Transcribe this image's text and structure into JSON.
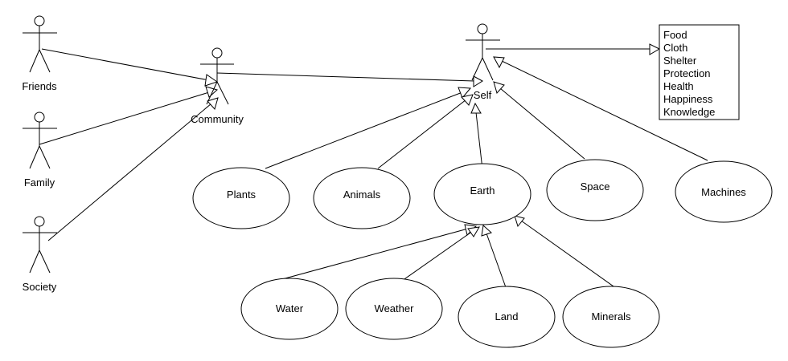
{
  "actors": {
    "friends": "Friends",
    "family": "Family",
    "society": "Society",
    "community": "Community",
    "self": "Self"
  },
  "needs": [
    "Food",
    "Cloth",
    "Shelter",
    "Protection",
    "Health",
    "Happiness",
    "Knowledge"
  ],
  "use_cases": {
    "plants": "Plants",
    "animals": "Animals",
    "earth": "Earth",
    "space": "Space",
    "machines": "Machines",
    "water": "Water",
    "weather": "Weather",
    "land": "Land",
    "minerals": "Minerals"
  }
}
